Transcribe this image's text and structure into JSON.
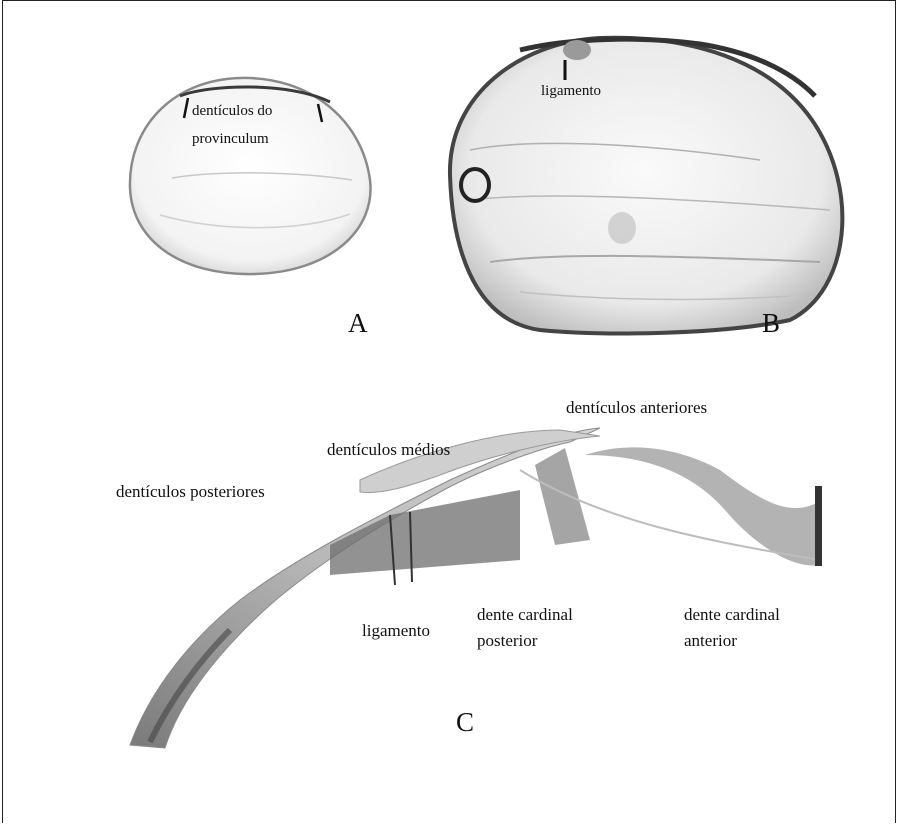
{
  "figure": {
    "panels": [
      {
        "letter": "A",
        "labels": [
          "dentículos do",
          "provinculum"
        ]
      },
      {
        "letter": "B",
        "labels": [
          "ligamento"
        ]
      },
      {
        "letter": "C",
        "labels": [
          "dentículos anteriores",
          "dentículos médios",
          "dentículos posteriores",
          "ligamento",
          "dente cardinal",
          "posterior",
          "dente cardinal",
          "anterior"
        ]
      }
    ]
  }
}
